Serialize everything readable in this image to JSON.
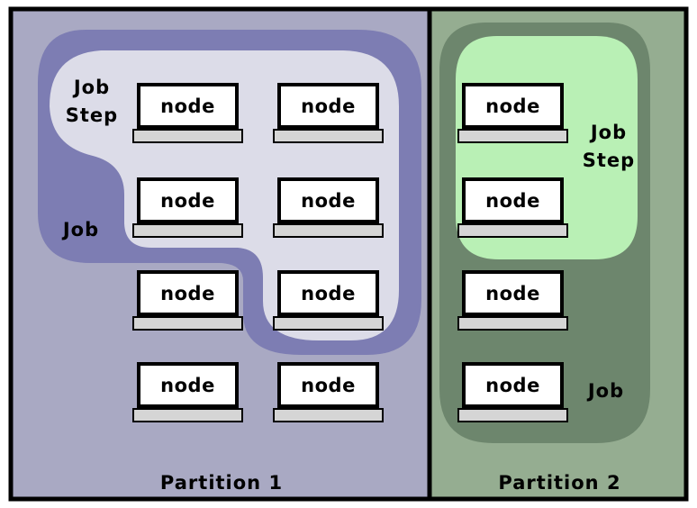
{
  "node_label": "node",
  "partitions": [
    {
      "label": "Partition 1",
      "job_label": "Job",
      "job_step_label_line1": "Job",
      "job_step_label_line2": "Step",
      "node_count": 8,
      "nodes": [
        {
          "label": "node",
          "row": 1,
          "col": 1,
          "in_job": true,
          "in_job_step": true
        },
        {
          "label": "node",
          "row": 1,
          "col": 2,
          "in_job": true,
          "in_job_step": true
        },
        {
          "label": "node",
          "row": 2,
          "col": 1,
          "in_job": true,
          "in_job_step": true
        },
        {
          "label": "node",
          "row": 2,
          "col": 2,
          "in_job": true,
          "in_job_step": true
        },
        {
          "label": "node",
          "row": 3,
          "col": 1,
          "in_job": false,
          "in_job_step": false
        },
        {
          "label": "node",
          "row": 3,
          "col": 2,
          "in_job": true,
          "in_job_step": true
        },
        {
          "label": "node",
          "row": 4,
          "col": 1,
          "in_job": false,
          "in_job_step": false
        },
        {
          "label": "node",
          "row": 4,
          "col": 2,
          "in_job": false,
          "in_job_step": false
        }
      ]
    },
    {
      "label": "Partition 2",
      "job_label": "Job",
      "job_step_label_line1": "Job",
      "job_step_label_line2": "Step",
      "node_count": 4,
      "nodes": [
        {
          "label": "node",
          "row": 1,
          "col": 1,
          "in_job": true,
          "in_job_step": true
        },
        {
          "label": "node",
          "row": 2,
          "col": 1,
          "in_job": true,
          "in_job_step": true
        },
        {
          "label": "node",
          "row": 3,
          "col": 1,
          "in_job": true,
          "in_job_step": false
        },
        {
          "label": "node",
          "row": 4,
          "col": 1,
          "in_job": true,
          "in_job_step": false
        }
      ]
    }
  ],
  "colors": {
    "frame": "#000000",
    "partition1_bg": "#a9a9c3",
    "partition1_job": "#7d7db3",
    "partition1_job_step": "#dcdce8",
    "partition2_bg": "#95ad91",
    "partition2_job": "#6d866d",
    "partition2_job_step": "#b9f0b5",
    "node_screen": "#ffffff",
    "node_base": "#d5d5d5",
    "text": "#000000"
  }
}
